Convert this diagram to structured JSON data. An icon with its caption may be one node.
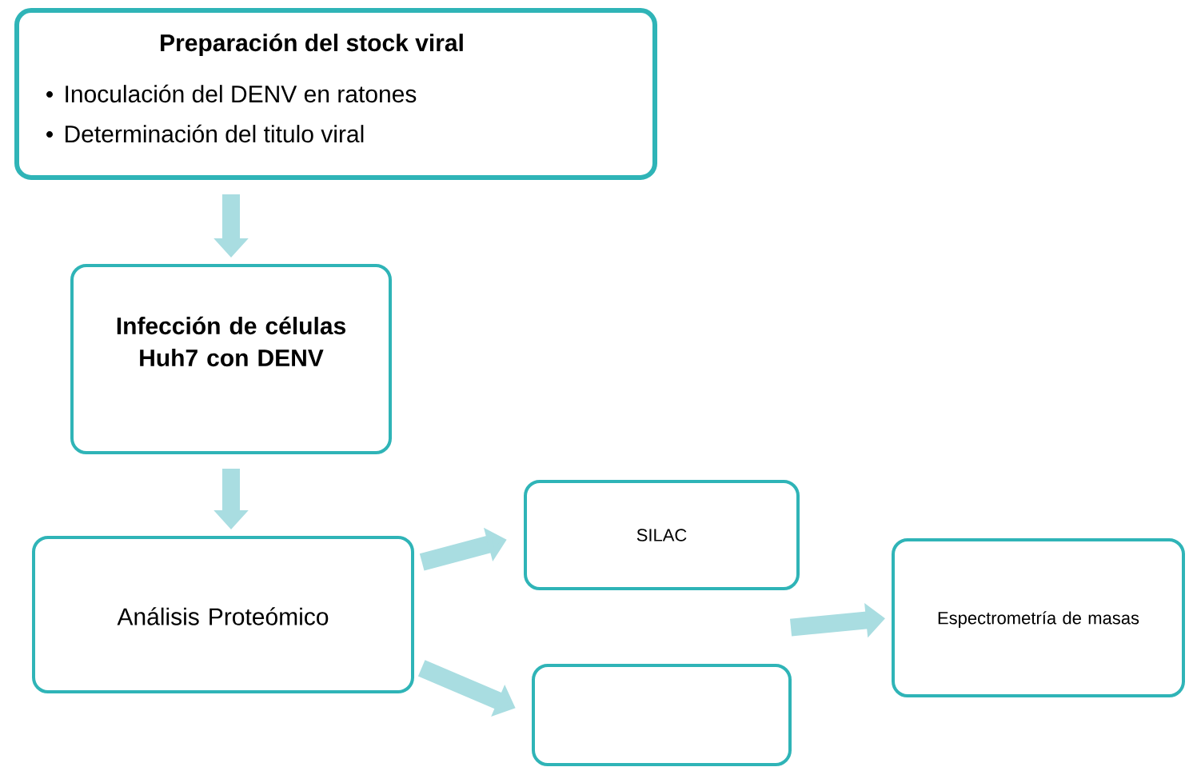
{
  "diagram": {
    "nodes": [
      {
        "text": [
          "Preparación del stock viral",
          "Inoculación del DENV en ratones",
          "Determinación del titulo viral"
        ]
      },
      {
        "text": [
          "Infección de células Huh7 con DENV"
        ]
      },
      {
        "text": [
          "Análisis Proteómico"
        ]
      },
      {
        "text": [
          "SILAC"
        ]
      },
      {
        "text": [],
        "shape": "box"
      },
      {
        "text": [
          "Espectrometría de masas"
        ]
      }
    ],
    "edges": [
      {
        "from": 0,
        "to": 1,
        "arrow": "to"
      },
      {
        "from": 1,
        "to": 2,
        "arrow": "to"
      },
      {
        "from": 2,
        "to": 3,
        "arrow": "to"
      },
      {
        "from": 2,
        "to": 4,
        "arrow": "to"
      },
      {
        "from": 3,
        "to": 5,
        "arrow": "to"
      },
      {
        "from": 4,
        "to": 5,
        "arrow": "to"
      }
    ]
  }
}
